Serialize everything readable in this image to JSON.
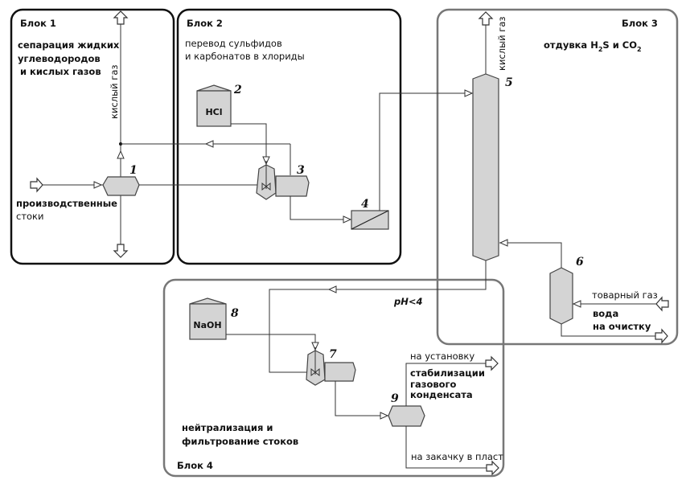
{
  "blocks": [
    {
      "id": "1",
      "title": "Блок 1",
      "desc": [
        "сепарация жидких",
        "углеводородов",
        "и кислых  газов"
      ]
    },
    {
      "id": "2",
      "title": "Блок 2",
      "desc": [
        "перевод  сульфидов",
        "и  карбонатов в хлориды"
      ]
    },
    {
      "id": "3",
      "title": "Блок 3",
      "desc_main": "отдувка H",
      "desc_sub1": "2",
      "desc_mid": "S и CO",
      "desc_sub2": "2"
    },
    {
      "id": "4",
      "title": "Блок 4",
      "desc": [
        "нейтрализация  и",
        "фильтрование стоков"
      ]
    }
  ],
  "equipment": [
    {
      "num": "1",
      "type": "separator"
    },
    {
      "num": "2",
      "type": "tank",
      "label": "HCl"
    },
    {
      "num": "3",
      "type": "reactor"
    },
    {
      "num": "4",
      "type": "filter"
    },
    {
      "num": "5",
      "type": "column"
    },
    {
      "num": "6",
      "type": "vessel"
    },
    {
      "num": "7",
      "type": "reactor"
    },
    {
      "num": "8",
      "type": "tank",
      "label": "NaOH"
    },
    {
      "num": "9",
      "type": "separator"
    }
  ],
  "streams": {
    "acid_gas_1": "кислый газ",
    "acid_gas_5": "кислый газ",
    "wastewater": [
      "производственные",
      "стоки"
    ],
    "commercial_gas": "товарный газ",
    "water_treatment": [
      "вода",
      "на очистку"
    ],
    "ph_condition": "pH<4",
    "to_stabilization": [
      "на установку",
      "стабилизации",
      "газового",
      "конденсата"
    ],
    "to_injection": "на закачку в пласт"
  }
}
